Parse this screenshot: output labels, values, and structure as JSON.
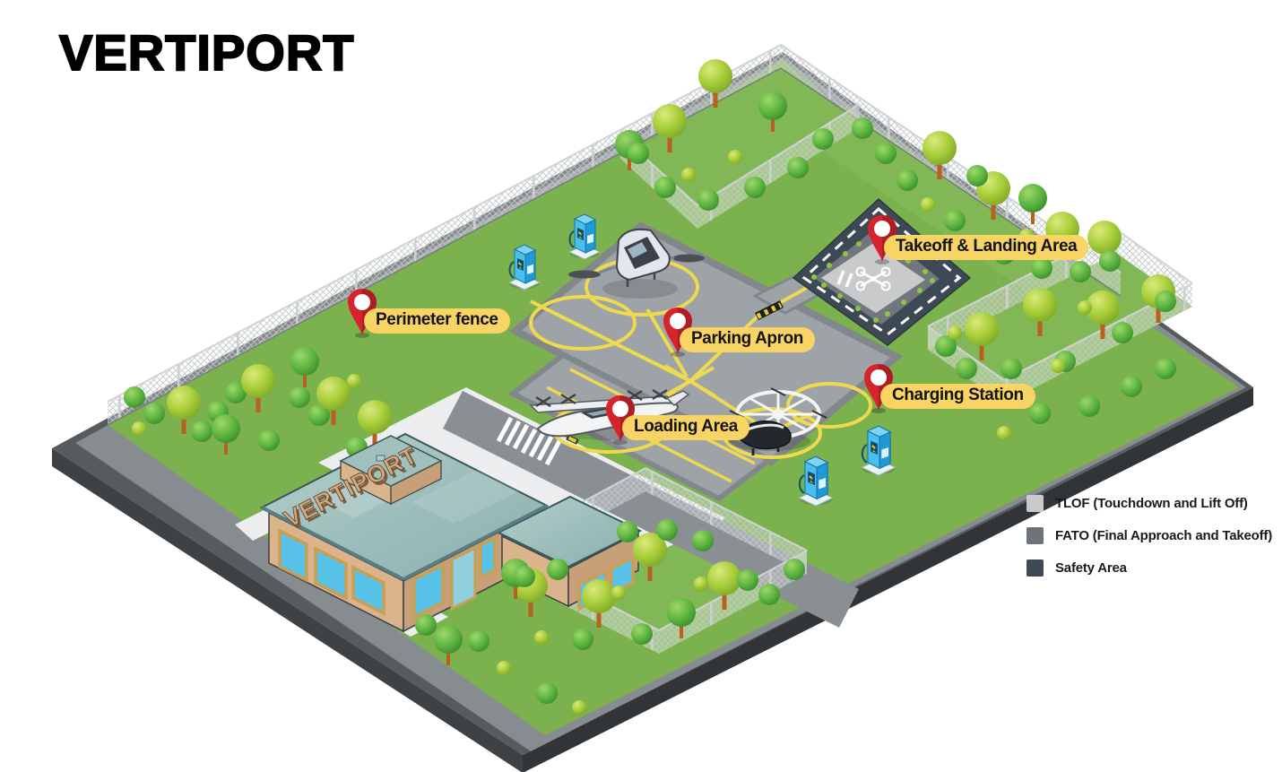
{
  "title": "VERTIPORT",
  "building": {
    "sign": "VERTIPORT"
  },
  "pins": [
    {
      "id": "perimeter-fence",
      "text": "Perimeter fence"
    },
    {
      "id": "takeoff-landing-area",
      "text": "Takeoff & Landing Area"
    },
    {
      "id": "parking-apron",
      "text": "Parking Apron"
    },
    {
      "id": "charging-station",
      "text": "Charging Station"
    },
    {
      "id": "loading-area",
      "text": "Loading Area"
    }
  ],
  "legend": {
    "items": [
      {
        "label": "TLOF (Touchdown and Lift Off)",
        "color": "#c9cacb"
      },
      {
        "label": "FATO (Final Approach and Takeoff)",
        "color": "#6e7379"
      },
      {
        "label": "Safety Area",
        "color": "#3d4a55"
      }
    ]
  },
  "colors": {
    "grass": "#7bb24d",
    "patch_grass": "#81b754",
    "apron": "#9ea3a7",
    "forecourt": "#ecedee",
    "road": "#898f93",
    "slab_band": "#868c90",
    "slab_dark_edge": "#313538",
    "marking_yellow": "#efd94f",
    "label_bg": "#f8d464",
    "pin_red": "#d7232b",
    "tlof": "#c9cacb",
    "fato": "#6e7379",
    "safety_area": "#3d4a55"
  }
}
